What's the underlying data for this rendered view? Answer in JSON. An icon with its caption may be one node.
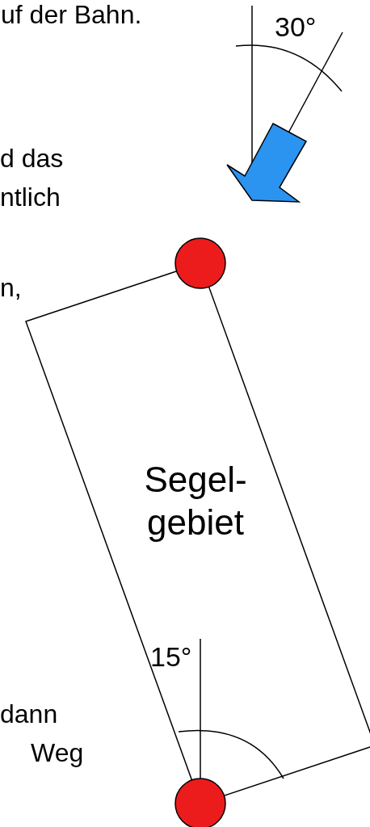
{
  "diagram": {
    "nodes": [
      {
        "text": [],
        "shape": "circle"
      },
      {
        "text": [
          "Segel- gebiet"
        ]
      },
      {
        "text": [],
        "shape": "circle"
      }
    ],
    "labels": [
      "uf der Bahn.",
      "30°",
      "d das",
      "ntlich",
      "n,",
      "15°",
      "dann",
      "Weg"
    ]
  }
}
